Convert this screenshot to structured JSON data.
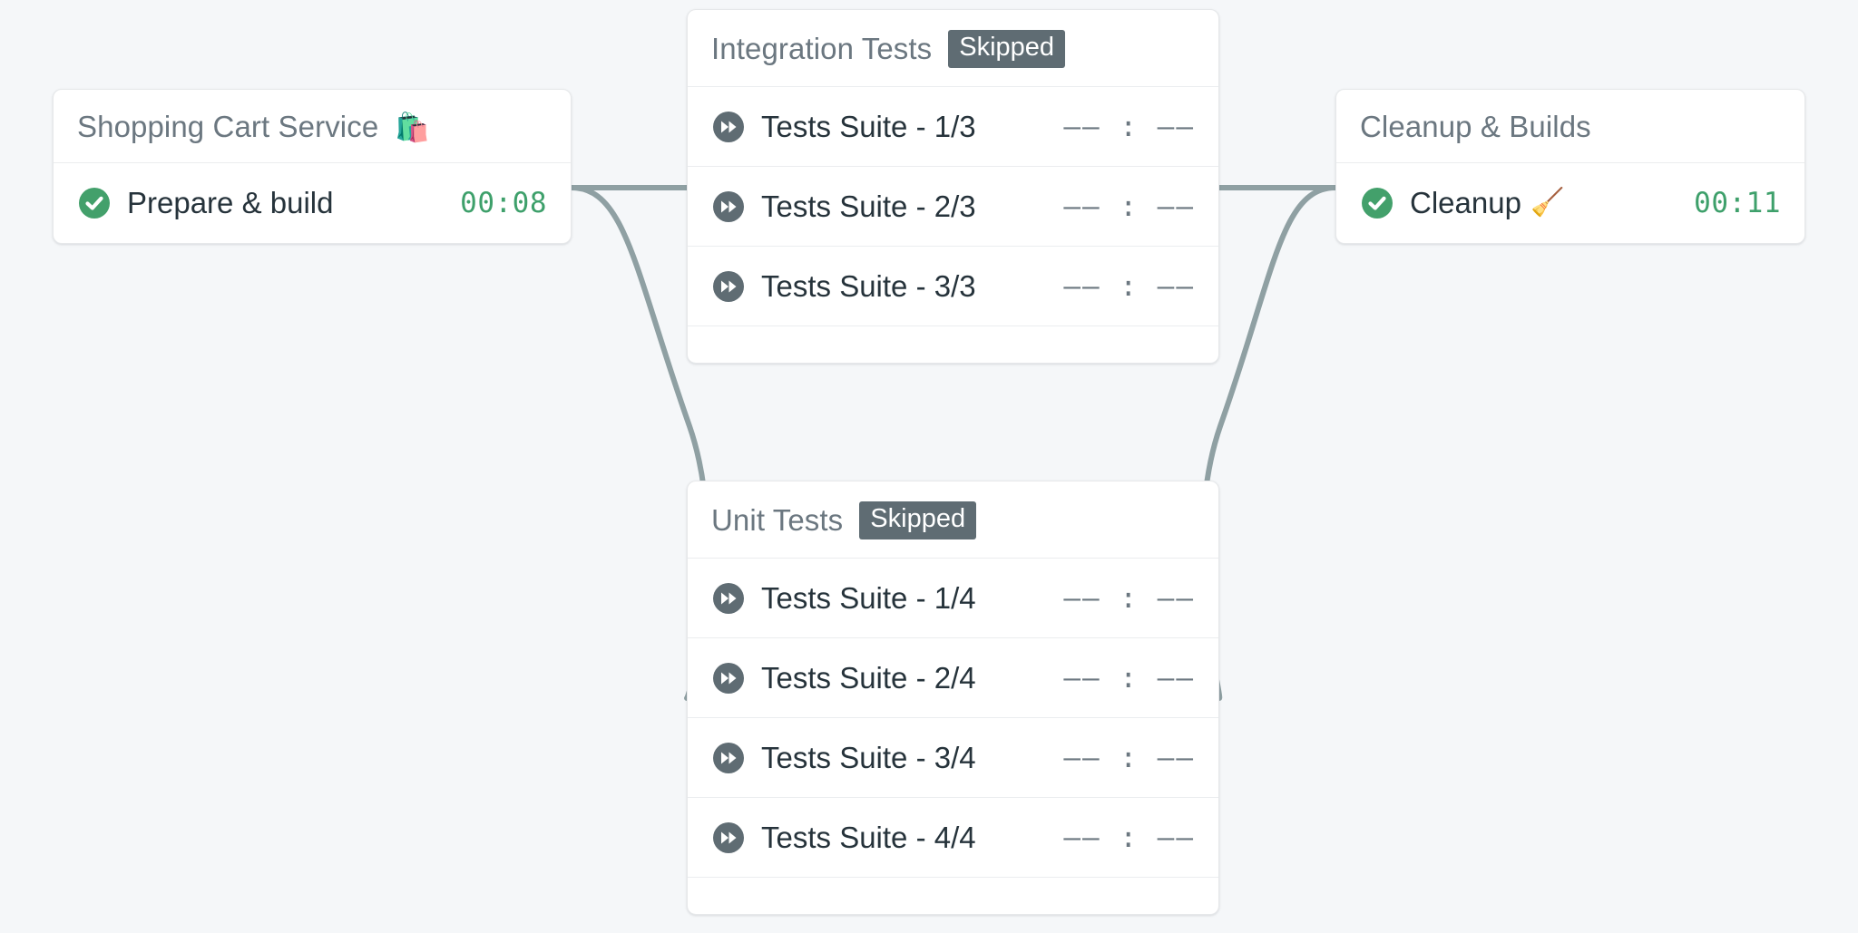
{
  "canvas": {
    "background": "#f5f7f9",
    "edge_color": "#8f a0a3",
    "edge_color_hex": "#8fa0a3"
  },
  "colors": {
    "success_green": "#43a06b",
    "time_green": "#3ea06b",
    "skipped_gray": "#5f6c73",
    "title_gray": "#6b7780",
    "label_dark": "#26333b",
    "card_border": "#e6e8ea",
    "edge": "#8fa0a3"
  },
  "nodes": [
    {
      "id": "shopping-cart-service",
      "title": "Shopping Cart Service",
      "emoji": "🛍️",
      "emoji_name": "shopping-bags-emoji",
      "badge": null,
      "jobs": [
        {
          "icon": "check-circle-icon",
          "status": "success",
          "label": "Prepare & build",
          "emoji": null,
          "time": "00:08",
          "time_state": "done"
        }
      ]
    },
    {
      "id": "integration-tests",
      "title": "Integration Tests",
      "emoji": null,
      "badge": "Skipped",
      "jobs": [
        {
          "icon": "skip-forward-icon",
          "status": "skipped",
          "label": "Tests Suite - 1/3",
          "emoji": null,
          "time": "–– : ––",
          "time_state": "pending"
        },
        {
          "icon": "skip-forward-icon",
          "status": "skipped",
          "label": "Tests Suite - 2/3",
          "emoji": null,
          "time": "–– : ––",
          "time_state": "pending"
        },
        {
          "icon": "skip-forward-icon",
          "status": "skipped",
          "label": "Tests Suite - 3/3",
          "emoji": null,
          "time": "–– : ––",
          "time_state": "pending"
        }
      ]
    },
    {
      "id": "cleanup-builds",
      "title": "Cleanup & Builds",
      "emoji": null,
      "badge": null,
      "jobs": [
        {
          "icon": "check-circle-icon",
          "status": "success",
          "label": "Cleanup",
          "emoji": "🧹",
          "emoji_name": "broom-emoji",
          "time": "00:11",
          "time_state": "done"
        }
      ]
    },
    {
      "id": "unit-tests",
      "title": "Unit Tests",
      "emoji": null,
      "badge": "Skipped",
      "jobs": [
        {
          "icon": "skip-forward-icon",
          "status": "skipped",
          "label": "Tests Suite - 1/4",
          "emoji": null,
          "time": "–– : ––",
          "time_state": "pending"
        },
        {
          "icon": "skip-forward-icon",
          "status": "skipped",
          "label": "Tests Suite - 2/4",
          "emoji": null,
          "time": "–– : ––",
          "time_state": "pending"
        },
        {
          "icon": "skip-forward-icon",
          "status": "skipped",
          "label": "Tests Suite - 3/4",
          "emoji": null,
          "time": "–– : ––",
          "time_state": "pending"
        },
        {
          "icon": "skip-forward-icon",
          "status": "skipped",
          "label": "Tests Suite - 4/4",
          "emoji": null,
          "time": "–– : ––",
          "time_state": "pending"
        }
      ]
    }
  ],
  "edges": [
    {
      "from": "shopping-cart-service",
      "to": "integration-tests"
    },
    {
      "from": "shopping-cart-service",
      "to": "unit-tests"
    },
    {
      "from": "integration-tests",
      "to": "cleanup-builds"
    },
    {
      "from": "unit-tests",
      "to": "cleanup-builds"
    }
  ]
}
